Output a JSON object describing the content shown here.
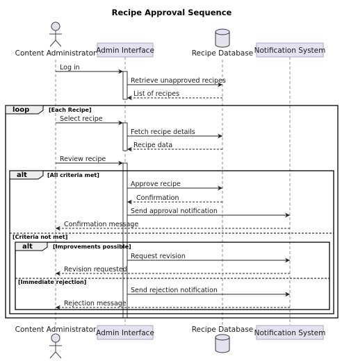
{
  "title": "Recipe Approval Sequence",
  "participants": {
    "content_admin": "Content Administrator",
    "admin_interface": "Admin Interface",
    "recipe_database": "Recipe Database",
    "notification_system": "Notification System"
  },
  "messages": {
    "log_in": "Log in",
    "retrieve_unapproved": "Retrieve unapproved recipes",
    "list_of_recipes": "List of recipes",
    "select_recipe": "Select recipe",
    "fetch_recipe_details": "Fetch recipe details",
    "recipe_data": "Recipe data",
    "review_recipe": "Review recipe",
    "approve_recipe": "Approve recipe",
    "confirmation": "Confirmation",
    "send_approval_notification": "Send approval notification",
    "confirmation_message": "Confirmation message",
    "request_revision": "Request revision",
    "revision_requested": "Revision requested",
    "send_rejection_notification": "Send rejection notification",
    "rejection_message": "Rejection message"
  },
  "fragments": {
    "loop": {
      "keyword": "loop",
      "condition": "[Each Recipe]"
    },
    "alt_outer": {
      "keyword": "alt",
      "condition": "[All criteria met]",
      "else_condition": "[Criteria not met]"
    },
    "alt_inner": {
      "keyword": "alt",
      "condition": "[Improvements possible]",
      "else_condition": "[Immediate rejection]"
    }
  }
}
